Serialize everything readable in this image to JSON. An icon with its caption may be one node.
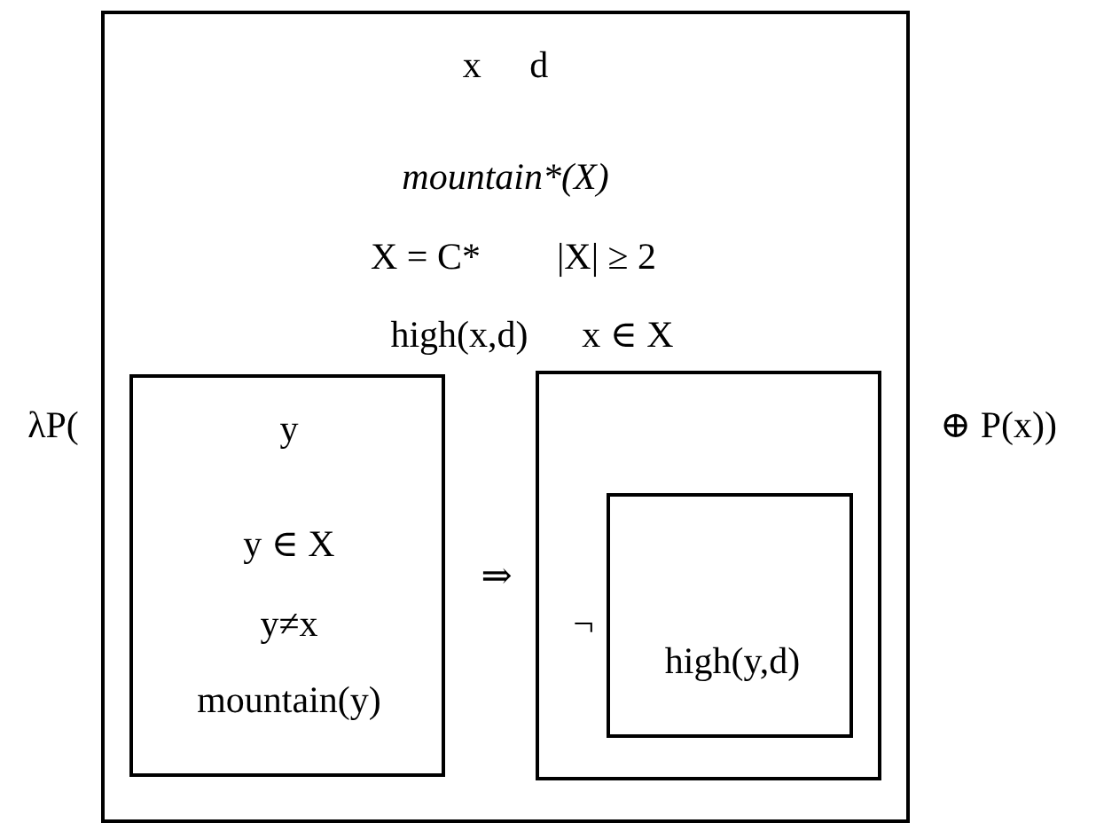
{
  "diagram": {
    "nodes": [
      {
        "text": [
          "x d",
          "mountain*(X)",
          "X = C*",
          "|X| ≥ 2",
          "high(x,d)",
          "x ∈ X"
        ]
      },
      {
        "text": [
          "y",
          "y ∈ X",
          "y≠x",
          "mountain(y)"
        ],
        "in": 0
      },
      {
        "text": [
          "¬"
        ],
        "in": 0
      },
      {
        "text": [
          "high(y,d)"
        ],
        "in": 2
      }
    ],
    "edges": [],
    "labels": [
      "λP(",
      "⇒",
      "⊕ P(x))"
    ]
  }
}
